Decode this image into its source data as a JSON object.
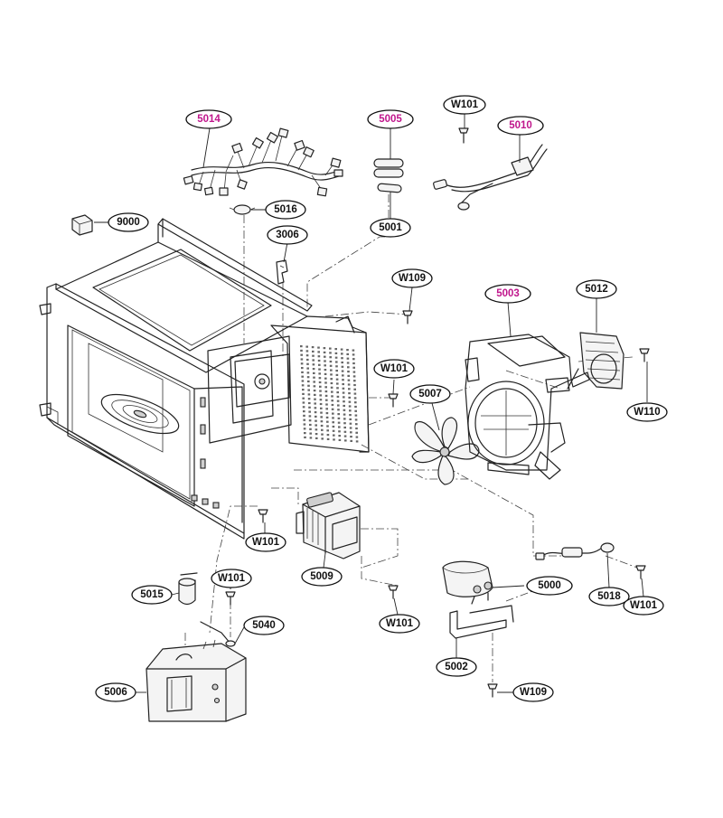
{
  "diagram": {
    "accent_color": "#c0168c",
    "text_color": "#111111",
    "labels": {
      "p5014": "5014",
      "p5005": "5005",
      "pW101_top": "W101",
      "p5010": "5010",
      "p9000": "9000",
      "p5016": "5016",
      "p5001": "5001",
      "p3006": "3006",
      "pW109_top": "W109",
      "p5003": "5003",
      "p5012": "5012",
      "pW101_mid": "W101",
      "p5007": "5007",
      "pW110": "W110",
      "pW101_left": "W101",
      "p5009": "5009",
      "p5015": "5015",
      "pW101_lower": "W101",
      "p5040": "5040",
      "pW101_bottom": "W101",
      "p5000": "5000",
      "p5018": "5018",
      "pW101_right": "W101",
      "p5002": "5002",
      "p5006": "5006",
      "pW109_bottom": "W109"
    },
    "highlighted_parts": [
      "5014",
      "5005",
      "5010",
      "5003"
    ]
  }
}
